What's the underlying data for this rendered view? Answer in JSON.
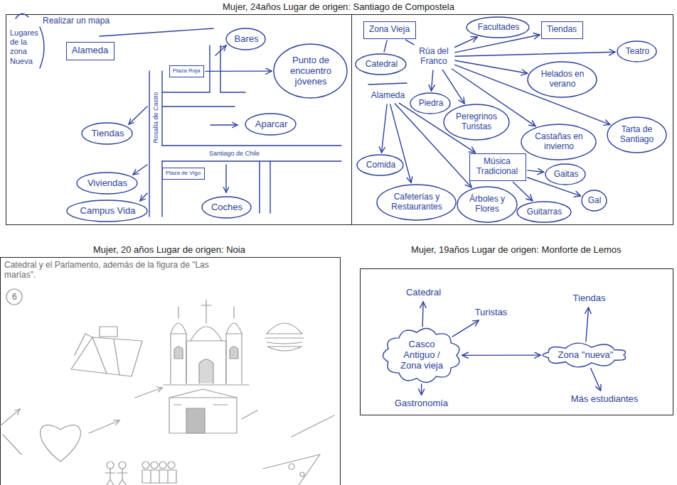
{
  "diagram": {
    "nodes": [
      {
        "text": [
          "Alameda"
        ]
      },
      {
        "text": [
          "Plaza Roja"
        ]
      },
      {
        "text": [
          "Plaza de Vigo"
        ]
      },
      {
        "text": [
          "Bares"
        ]
      },
      {
        "text": [
          "Punto de encuentro jóvenes"
        ]
      },
      {
        "text": [
          "Aparcar"
        ]
      },
      {
        "text": [
          "Tiendas"
        ]
      },
      {
        "text": [
          "Viviendas"
        ]
      },
      {
        "text": [
          "Campus Vida"
        ]
      },
      {
        "text": [
          "Coches"
        ]
      },
      {
        "text": [
          "Zona Vieja"
        ]
      },
      {
        "text": [
          "Catedral"
        ]
      },
      {
        "text": [
          "Rúa del Franco"
        ]
      },
      {
        "text": [
          "Facultades"
        ]
      },
      {
        "text": [
          "Tiendas"
        ]
      },
      {
        "text": [
          "Teatro"
        ]
      },
      {
        "text": [
          "Helados en verano"
        ]
      },
      {
        "text": [
          "Peregrinos Turistas"
        ]
      },
      {
        "text": [
          "Castañas en invierno"
        ]
      },
      {
        "text": [
          "Alameda"
        ]
      },
      {
        "text": [
          "Piedra"
        ]
      },
      {
        "text": [
          "Tarta de Santiago"
        ]
      },
      {
        "text": [
          "Comida"
        ]
      },
      {
        "text": [
          "Música Tradicional"
        ]
      },
      {
        "text": [
          "Gaitas"
        ]
      },
      {
        "text": [
          "Gal"
        ]
      },
      {
        "text": [
          "Guitarras"
        ]
      },
      {
        "text": [
          "Cafeterías y Restaurantes"
        ]
      },
      {
        "text": [
          "Árboles y Flores"
        ]
      },
      {
        "text": [
          "Casco Antiguo / Zona vieja"
        ]
      },
      {
        "text": [
          "Catedral"
        ]
      },
      {
        "text": [
          "Turistas"
        ]
      },
      {
        "text": [
          "Gastronomía"
        ]
      },
      {
        "text": [
          "Zona \"nueva\""
        ]
      },
      {
        "text": [
          "Tiendas"
        ]
      },
      {
        "text": [
          "Más estudiantes"
        ]
      }
    ],
    "edges": [
      {
        "from": 1,
        "to": 4,
        "arrow": "to"
      },
      {
        "from": 10,
        "to": 11,
        "arrow": "none"
      },
      {
        "from": 10,
        "to": 12,
        "arrow": "none"
      },
      {
        "from": 12,
        "to": 13,
        "arrow": "to"
      },
      {
        "from": 12,
        "to": 14,
        "arrow": "to"
      },
      {
        "from": 12,
        "to": 15,
        "arrow": "to"
      },
      {
        "from": 12,
        "to": 16,
        "arrow": "to"
      },
      {
        "from": 12,
        "to": 17,
        "arrow": "to"
      },
      {
        "from": 12,
        "to": 18,
        "arrow": "to"
      },
      {
        "from": 12,
        "to": 21,
        "arrow": "to"
      },
      {
        "from": 12,
        "to": 20,
        "arrow": "to"
      },
      {
        "from": 19,
        "to": 22,
        "arrow": "to"
      },
      {
        "from": 19,
        "to": 27,
        "arrow": "to"
      },
      {
        "from": 19,
        "to": 28,
        "arrow": "to"
      },
      {
        "from": 19,
        "to": 23,
        "arrow": "to"
      },
      {
        "from": 23,
        "to": 24,
        "arrow": "to"
      },
      {
        "from": 23,
        "to": 25,
        "arrow": "to"
      },
      {
        "from": 23,
        "to": 26,
        "arrow": "to"
      },
      {
        "from": 29,
        "to": 30,
        "arrow": "to"
      },
      {
        "from": 29,
        "to": 31,
        "arrow": "to"
      },
      {
        "from": 29,
        "to": 32,
        "arrow": "to"
      },
      {
        "from": 29,
        "to": 33,
        "arrow": "both"
      },
      {
        "from": 33,
        "to": 34,
        "arrow": "to"
      },
      {
        "from": 33,
        "to": 35,
        "arrow": "to"
      }
    ],
    "labels": [
      "Mujer, 24años Lugar de origen: Santiago de Compostela",
      "Realizar un mapa",
      "Lugares de la zona Nueva",
      "Rosalía de Castro",
      "Santiago de Chile",
      "Mujer, 20 años Lugar de origen: Noia",
      "Catedral y el Parlamento, además de la figura de \"Las marías\".",
      "6",
      "Mujer, 19años Lugar de origen: Monforte de Lemos"
    ]
  }
}
